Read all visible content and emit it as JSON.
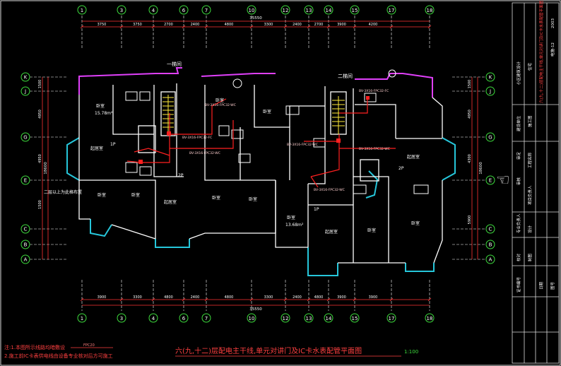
{
  "grid_top": [
    "1",
    "3",
    "4",
    "6",
    "7",
    "10",
    "12",
    "13",
    "14",
    "15",
    "17",
    "18"
  ],
  "grid_bottom": [
    "1",
    "3",
    "4",
    "6",
    "7",
    "10",
    "12",
    "13",
    "14",
    "15",
    "17",
    "18"
  ],
  "grid_left": [
    "K",
    "J",
    "G",
    "E",
    "C",
    "B",
    "A"
  ],
  "grid_right": [
    "K",
    "J",
    "G",
    "E",
    "C",
    "B",
    "A"
  ],
  "dims_top": [
    "3750",
    "3750",
    "2700",
    "2400",
    "4800",
    "3300",
    "2400",
    "2700",
    "3900",
    "4200"
  ],
  "total_top": "35550",
  "dims_bottom": [
    "3900",
    "3300",
    "4800",
    "2400",
    "4800",
    "3300",
    "2400",
    "4800",
    "3900",
    "3900"
  ],
  "total_bottom": "35550",
  "dims_left": [
    "1500",
    "4950",
    "4950",
    "1500"
  ],
  "total_left": "18600",
  "dims_right": [
    "1500",
    "4950",
    "4300",
    "5900"
  ],
  "total_right": "18600",
  "stair_label_1": "一梯间",
  "stair_label_2": "二梯间",
  "rooms": {
    "bed_a": "卧室",
    "bed_a_area": "15.78m²",
    "living_a": "起居室",
    "bed_b": "卧室",
    "bed_c": "卧室",
    "living_b": "起居室",
    "bed_d": "卧室",
    "bed_e": "卧室",
    "bed_f": "卧室",
    "bed_g": "卧室",
    "bed_h": "卧室",
    "bed_h_area": "13.68m²",
    "living_c": "起居室",
    "living_d": "起居室",
    "bed_i": "卧室",
    "bed_j": "卧室"
  },
  "floor_note": "二层以上为此格布置",
  "markers": [
    "1P",
    "2P",
    "1P",
    "2P"
  ],
  "wiring": [
    "BV-3X16-FPC32-FC",
    "BV-3X16-FPC32-WC",
    "BV-3X16-FPC32-WC",
    "BV-3X16-FPC32-FC",
    "BV-3X16-FPC32-WC",
    "BV-3X16-FPC32-WC",
    "BV-3X16-FPC32-WC"
  ],
  "notes": [
    "注:1.本图所示线路均暗敷设",
    "2.施工前IC卡表供电线由设备专业核对后方可施工"
  ],
  "note_tag": "FPC20",
  "drawing_title": "六(九,十二)层配电主干线,单元对讲门及IC卡水表配管平面图",
  "scale": "1:100",
  "titleblock": {
    "project": "小区建筑设计",
    "subproject": "住宅",
    "drawing_name": "六(九,十二)层配电主干线,单元对讲门及IC卡水表配管平面图",
    "drawing_no": "电施-12",
    "date": "2003",
    "stage": "施工图",
    "roles": [
      "建设单位",
      "工程名称",
      "审定",
      "审核",
      "项目负责人",
      "专业负责人",
      "设计",
      "制图",
      "校对"
    ],
    "cert": "证书编号",
    "footer_a": "图号",
    "footer_b": "日期"
  },
  "colors": {
    "background": "#000000",
    "wall": "#ffffff",
    "dimension": "#ff3333",
    "wiring": "#ff2020",
    "bay": "#26c6da",
    "roof": "#e040fb",
    "stair": "#ffeb3b",
    "title": "#ff4040",
    "scale": "#3ddc3d"
  }
}
